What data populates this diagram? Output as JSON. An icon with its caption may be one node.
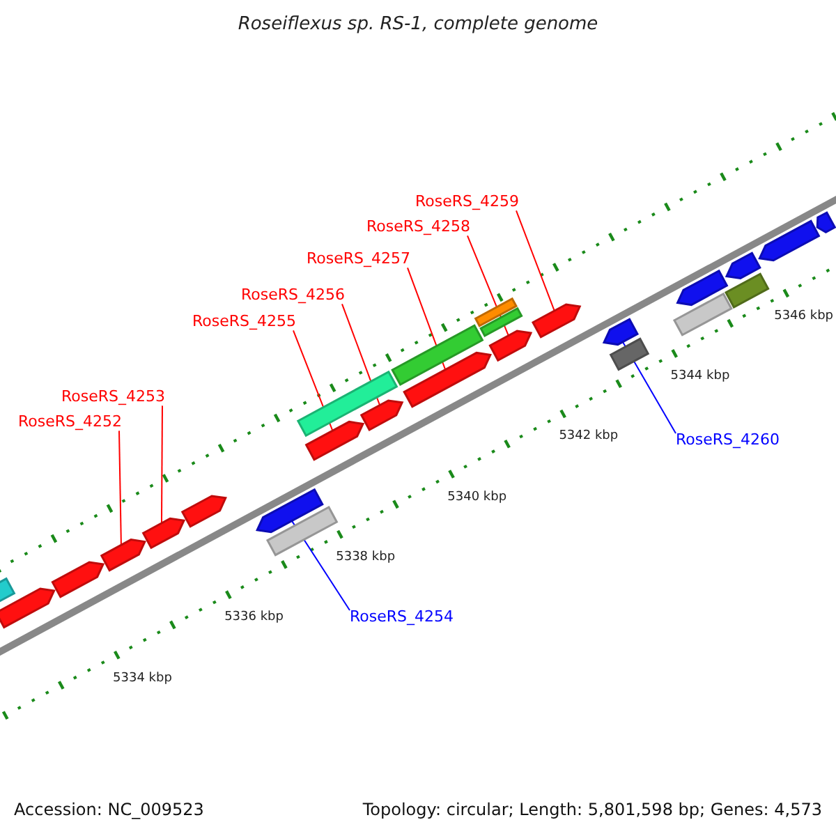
{
  "diagram": {
    "title": "Roseiflexus sp. RS-1, complete genome",
    "nodes": [
      {
        "text": [
          "RoseRS_4259"
        ]
      },
      {
        "text": [
          "RoseRS_4258"
        ]
      },
      {
        "text": [
          "RoseRS_4257"
        ]
      },
      {
        "text": [
          "RoseRS_4256"
        ]
      },
      {
        "text": [
          "RoseRS_4255"
        ]
      },
      {
        "text": [
          "RoseRS_4253"
        ]
      },
      {
        "text": [
          "RoseRS_4252"
        ]
      },
      {
        "text": [
          "RoseRS_4260"
        ]
      },
      {
        "text": [
          "RoseRS_4254"
        ]
      },
      {
        "text": [],
        "shape": "bar"
      },
      {
        "text": [],
        "shape": "bar"
      },
      {
        "text": [],
        "shape": "bar"
      },
      {
        "text": [],
        "shape": "bar"
      },
      {
        "text": [],
        "shape": "bar"
      },
      {
        "text": [],
        "shape": "bar"
      },
      {
        "text": [],
        "shape": "bar"
      },
      {
        "text": [],
        "shape": "bar"
      },
      {
        "text": [],
        "shape": "bar"
      },
      {
        "text": [],
        "shape": "bar"
      },
      {
        "text": [],
        "shape": "bar"
      },
      {
        "text": [],
        "shape": "bar"
      },
      {
        "text": [],
        "shape": "bar"
      },
      {
        "text": [],
        "shape": "bar"
      },
      {
        "text": [],
        "shape": "bar"
      },
      {
        "text": [],
        "shape": "bar"
      },
      {
        "text": [],
        "shape": "bar"
      },
      {
        "text": [],
        "shape": "bar"
      },
      {
        "text": [],
        "shape": "bar"
      },
      {
        "text": [],
        "shape": "bar"
      },
      {
        "text": [],
        "shape": "bar"
      },
      {
        "text": [],
        "shape": "bar"
      },
      {
        "text": [],
        "shape": "bar"
      },
      {
        "text": [],
        "shape": "bar"
      },
      {
        "text": [],
        "shape": "bar"
      }
    ],
    "edges": [
      {
        "from": 0,
        "to": 9,
        "arrow": "none"
      },
      {
        "from": 1,
        "to": 10,
        "arrow": "none"
      },
      {
        "from": 2,
        "to": 11,
        "arrow": "none"
      },
      {
        "from": 3,
        "to": 12,
        "arrow": "none"
      },
      {
        "from": 4,
        "to": 13,
        "arrow": "none"
      },
      {
        "from": 5,
        "to": 14,
        "arrow": "none"
      },
      {
        "from": 6,
        "to": 15,
        "arrow": "none"
      },
      {
        "from": 7,
        "to": 16,
        "arrow": "none",
        "color": "#0000ff"
      },
      {
        "from": 8,
        "to": 17,
        "arrow": "none",
        "color": "#0000ff"
      }
    ],
    "labels": [
      "5346 kbp",
      "5344 kbp",
      "5342 kbp",
      "5340 kbp",
      "5338 kbp",
      "5336 kbp",
      "5334 kbp",
      "Accession: NC_009523",
      "Topology: circular; Length: 5,801,598 bp; Genes: 4,573"
    ]
  }
}
